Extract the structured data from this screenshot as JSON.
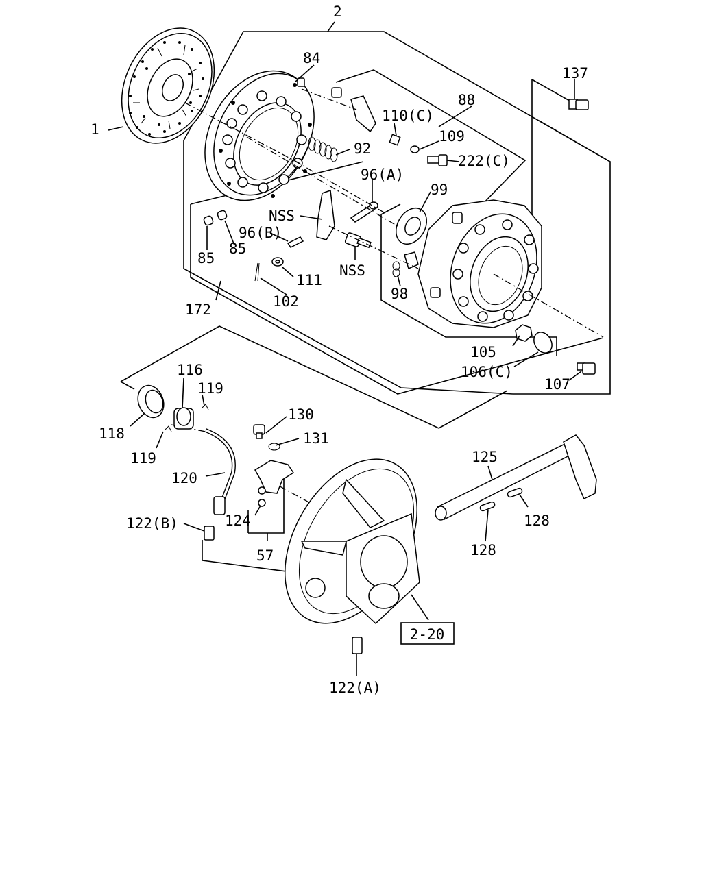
{
  "diagram": {
    "ref_box": "2-20",
    "labels": {
      "p2": "2",
      "p84": "84",
      "p88": "88",
      "p137": "137",
      "p1": "1",
      "p110c": "110(C)",
      "p109": "109",
      "p92": "92",
      "p222c": "222(C)",
      "p96a": "96(A)",
      "p99": "99",
      "nss1": "NSS",
      "p96b": "96(B)",
      "p85a": "85",
      "p85b": "85",
      "p111": "111",
      "nss2": "NSS",
      "p98": "98",
      "p102": "102",
      "p172": "172",
      "p105": "105",
      "p106c": "106(C)",
      "p107": "107",
      "p116": "116",
      "p119a": "119",
      "p130": "130",
      "p118": "118",
      "p131": "131",
      "p119b": "119",
      "p120": "120",
      "p125": "125",
      "p122b": "122(B)",
      "p124": "124",
      "p128a": "128",
      "p57": "57",
      "p128b": "128",
      "p122a": "122(A)"
    }
  }
}
